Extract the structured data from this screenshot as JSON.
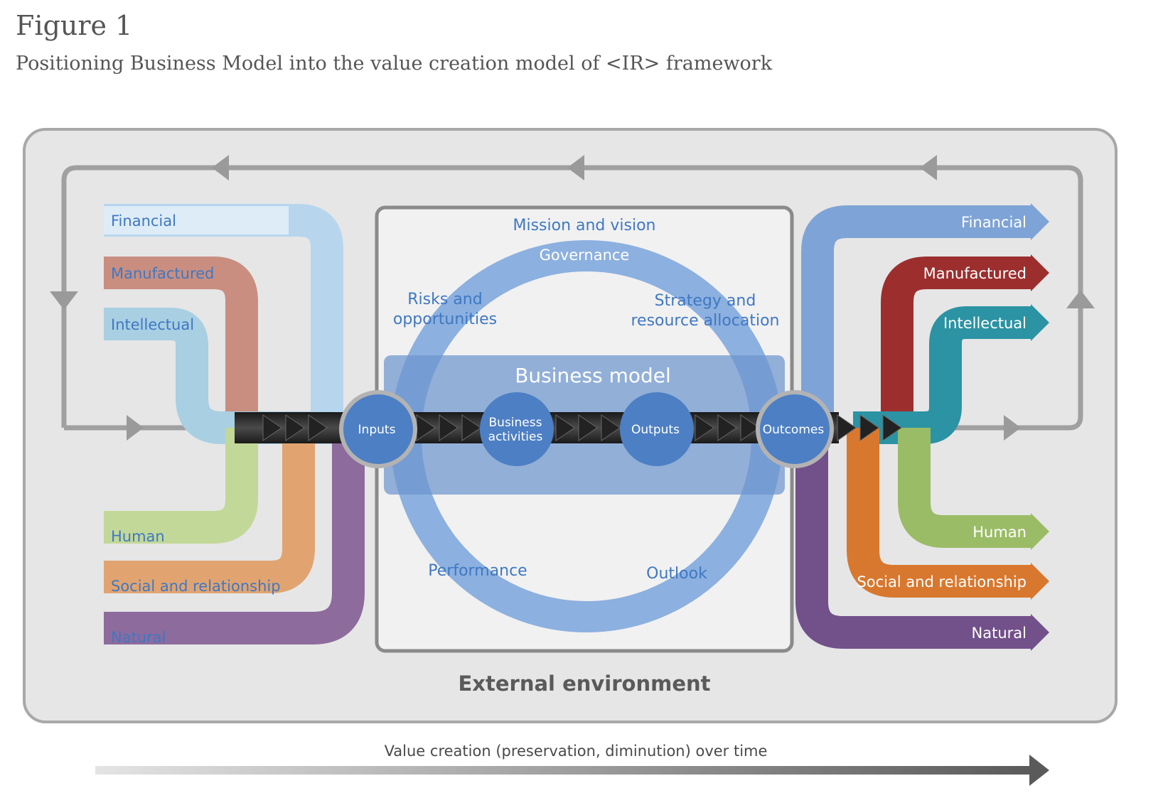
{
  "header": {
    "title": "Figure 1",
    "subtitle": "Positioning Business Model into the value creation model of <IR> framework"
  },
  "inputs": {
    "capitals": [
      {
        "label": "Financial",
        "color": "#b7d6ee"
      },
      {
        "label": "Manufactured",
        "color": "#c98e80"
      },
      {
        "label": "Intellectual",
        "color": "#a9cfe3"
      },
      {
        "label": "Human",
        "color": "#c2d898"
      },
      {
        "label": "Social and relationship",
        "color": "#e1a470"
      },
      {
        "label": "Natural",
        "color": "#8d6b9c"
      }
    ]
  },
  "outputs": {
    "capitals": [
      {
        "label": "Financial",
        "color": "#7ea3d6"
      },
      {
        "label": "Manufactured",
        "color": "#9c2e2e"
      },
      {
        "label": "Intellectual",
        "color": "#2b93a3"
      },
      {
        "label": "Human",
        "color": "#9bbc66"
      },
      {
        "label": "Social and relationship",
        "color": "#d8782f"
      },
      {
        "label": "Natural",
        "color": "#72508a"
      }
    ]
  },
  "center": {
    "mission": "Mission and vision",
    "governance": "Governance",
    "risks": [
      "Risks and",
      "opportunities"
    ],
    "strategy": [
      "Strategy and",
      "resource allocation"
    ],
    "business_model": "Business model",
    "performance": "Performance",
    "outlook": "Outlook"
  },
  "process": {
    "inputs": "Inputs",
    "activities": [
      "Business",
      "activities"
    ],
    "outputs": "Outputs",
    "outcomes": "Outcomes"
  },
  "environment": "External environment",
  "timeline": "Value creation (preservation, diminution) over time",
  "colors": {
    "accent_blue": "#3f78c3",
    "ring_blue": "#8cb0df",
    "panel_gray": "#e6e6e6",
    "frame_gray": "#a8a8a8"
  }
}
